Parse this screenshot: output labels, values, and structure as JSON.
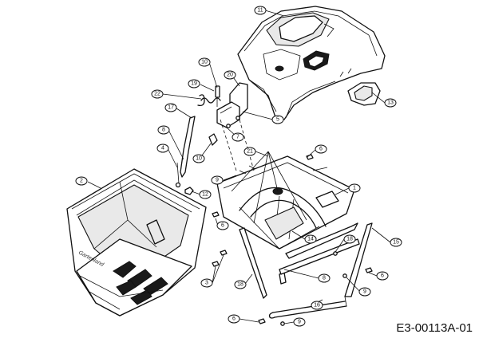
{
  "drawing": {
    "reference": "E3-00113A-01",
    "brand_mark": "Gartenland"
  },
  "callouts": [
    "11",
    "13",
    "10",
    "20",
    "19",
    "22",
    "5",
    "17",
    "7",
    "8",
    "4",
    "21",
    "6",
    "10",
    "9",
    "2",
    "12",
    "1",
    "6",
    "14",
    "18",
    "15",
    "3",
    "8",
    "18",
    "9",
    "6",
    "16",
    "6",
    "9"
  ]
}
